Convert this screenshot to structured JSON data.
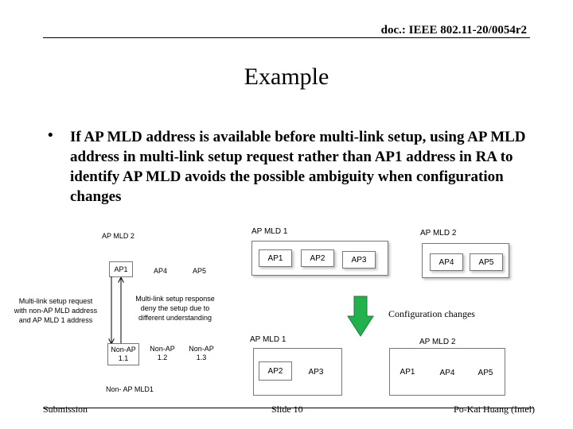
{
  "header": {
    "doc": "doc.: IEEE 802.11-20/0054r2"
  },
  "title": "Example",
  "bullet": {
    "marker": "•",
    "text": "If AP MLD address is available before multi-link setup, using AP MLD address in multi-link setup request rather than AP1 address in RA to identify AP MLD avoids the possible ambiguity when configuration changes"
  },
  "diagram": {
    "left_label": "AP MLD 2",
    "left_aps": [
      "AP1",
      "AP4",
      "AP5"
    ],
    "non_ap_label": "Non- AP MLD1",
    "non_aps": [
      "Non-AP\n1.1",
      "Non-AP\n1.2",
      "Non-AP\n1.3"
    ],
    "request_label": "Multi-link setup request\nwith non-AP MLD address\nand AP MLD 1 address",
    "response_label": "Multi-link setup response\ndeny the setup due to\ndifferent understanding",
    "before": {
      "mld1_label": "AP MLD 1",
      "mld1_aps": [
        "AP1",
        "AP2",
        "AP3"
      ],
      "mld2_label": "AP MLD 2",
      "mld2_aps": [
        "AP4",
        "AP5"
      ]
    },
    "change_label": "Configuration changes",
    "after": {
      "mld1_label": "AP MLD 1",
      "mld1_aps": [
        "AP2",
        "AP3"
      ],
      "mld2_label": "AP MLD 2",
      "mld2_aps": [
        "AP1",
        "AP4",
        "AP5"
      ]
    },
    "arrow_color": "#22b14c"
  },
  "footer": {
    "left": "Submission",
    "center": "Slide 10",
    "right": "Po-Kai Huang (Intel)"
  }
}
